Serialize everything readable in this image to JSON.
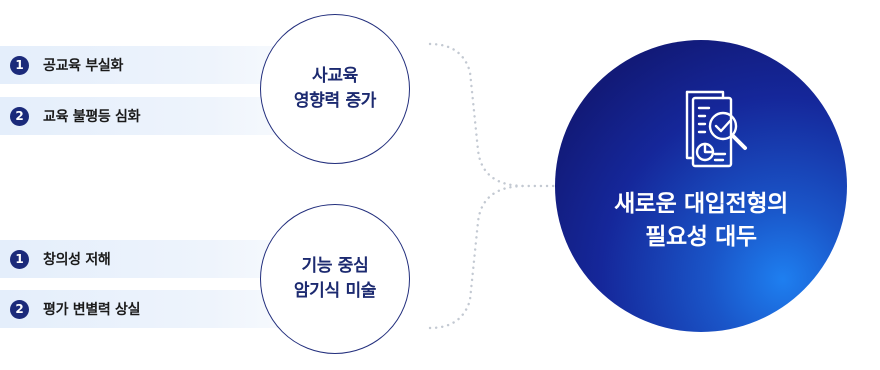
{
  "groups": [
    {
      "title_lines": [
        "사교육",
        "영향력 증가"
      ],
      "items": [
        {
          "number": "1",
          "label": "공교육 부실화"
        },
        {
          "number": "2",
          "label": "교육 불평등 심화"
        }
      ]
    },
    {
      "title_lines": [
        "기능 중심",
        "암기식 미술"
      ],
      "items": [
        {
          "number": "1",
          "label": "창의성 저해"
        },
        {
          "number": "2",
          "label": "평가 변별력 상실"
        }
      ]
    }
  ],
  "result": {
    "icon": "document-search-icon",
    "lines": [
      "새로운 대입전형의",
      "필요성 대두"
    ]
  },
  "colors": {
    "navy": "#1c2a70",
    "badge": "#1b2a7a",
    "bar_bg": "#e8f0fb",
    "result_dark": "#11176f",
    "result_light": "#1e7ff0",
    "connector": "#c3c9d2"
  }
}
